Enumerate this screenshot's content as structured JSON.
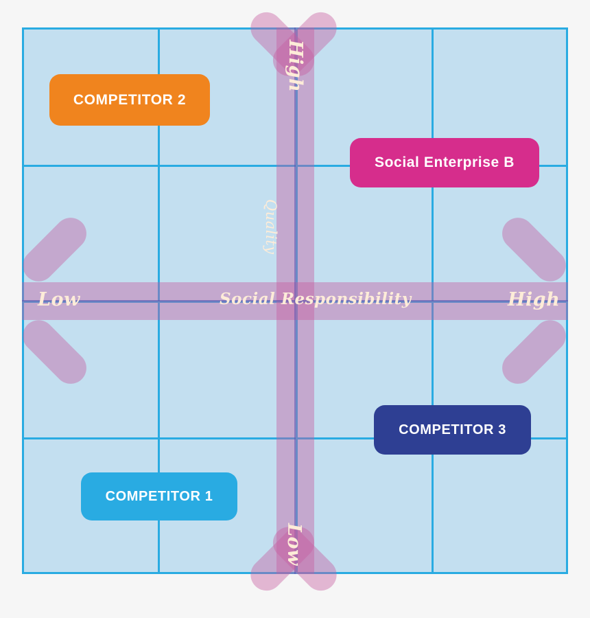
{
  "chart_data": {
    "type": "scatter",
    "title": "",
    "subtitle": "",
    "xlabel": "Social Responsibility",
    "ylabel": "Quality",
    "x_axis": {
      "label": "Social Responsibility",
      "low_label": "Low",
      "high_label": "High",
      "range": [
        "Low",
        "High"
      ]
    },
    "y_axis": {
      "label": "Quality",
      "low_label": "Low",
      "high_label": "High",
      "range": [
        "Low",
        "High"
      ]
    },
    "grid": true,
    "grid_divisions": 4,
    "legend": "none",
    "points": [
      {
        "name": "COMPETITOR 2",
        "x": 0.245,
        "y": 0.818,
        "quadrant": "low-social-responsibility-high-quality",
        "color": "#f0841e"
      },
      {
        "name": "Social Enterprise B",
        "x": 0.802,
        "y": 0.702,
        "quadrant": "high-social-responsibility-high-quality",
        "color": "#d62d8c"
      },
      {
        "name": "COMPETITOR 3",
        "x": 0.785,
        "y": 0.214,
        "quadrant": "high-social-responsibility-low-quality",
        "color": "#2e3f93"
      },
      {
        "name": "COMPETITOR 1",
        "x": 0.248,
        "y": 0.091,
        "quadrant": "low-social-responsibility-low-quality",
        "color": "#29abe2"
      }
    ]
  },
  "axes": {
    "horizontal": {
      "name": "Social Responsibility",
      "low": "Low",
      "high": "High"
    },
    "vertical": {
      "name": "Quality",
      "low": "Low",
      "high": "High"
    }
  },
  "markers": [
    {
      "id": "competitor-2",
      "label": "COMPETITOR 2",
      "color": "#f0841e"
    },
    {
      "id": "social-enterprise-b",
      "label": "Social Enterprise B",
      "color": "#d62d8c"
    },
    {
      "id": "competitor-3",
      "label": "COMPETITOR 3",
      "color": "#2e3f93"
    },
    {
      "id": "competitor-1",
      "label": "COMPETITOR 1",
      "color": "#29abe2"
    }
  ],
  "colors": {
    "background": "#f6f6f6",
    "plot_fill": "#c3dff0",
    "grid": "#29abe2",
    "axis_bar": "#c55ca0",
    "axis_text": "#fdecd8"
  }
}
